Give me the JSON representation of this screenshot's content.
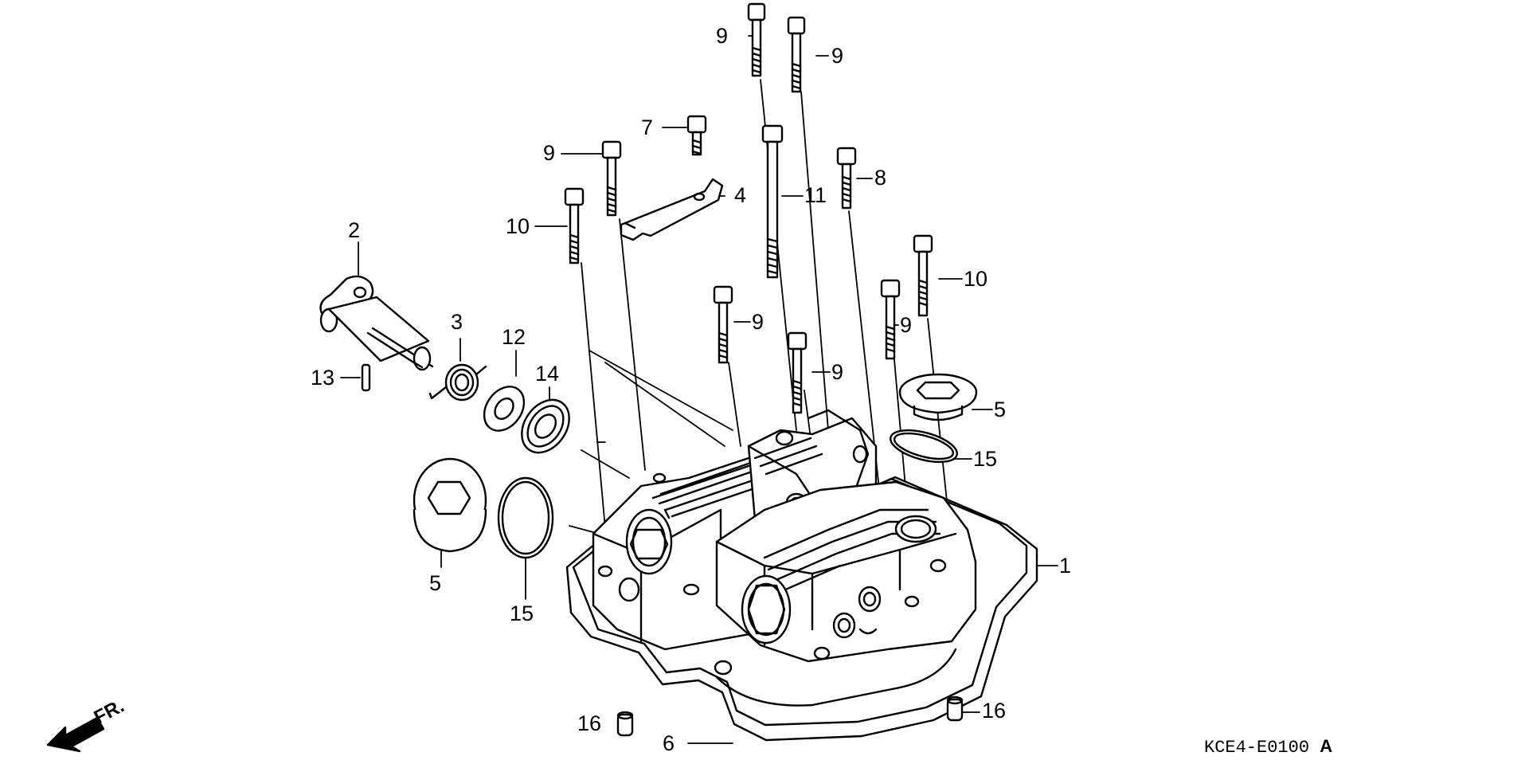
{
  "diagram": {
    "callouts": {
      "c1": "1",
      "c2": "2",
      "c3": "3",
      "c4": "4",
      "c5a": "5",
      "c5b": "5",
      "c6": "6",
      "c7": "7",
      "c8": "8",
      "c9a": "9",
      "c9b": "9",
      "c9c": "9",
      "c9d": "9",
      "c9e": "9",
      "c9f": "9",
      "c10a": "10",
      "c10b": "10",
      "c11": "11",
      "c12": "12",
      "c13": "13",
      "c14": "14",
      "c15a": "15",
      "c15b": "15",
      "c16a": "16",
      "c16b": "16"
    },
    "front_label": "FR.",
    "drawing_code": "KCE4-E0100",
    "drawing_rev": "A",
    "ink_color": "#000000",
    "paper_color": "#ffffff",
    "icons": [
      "front-direction-arrow-icon"
    ]
  }
}
